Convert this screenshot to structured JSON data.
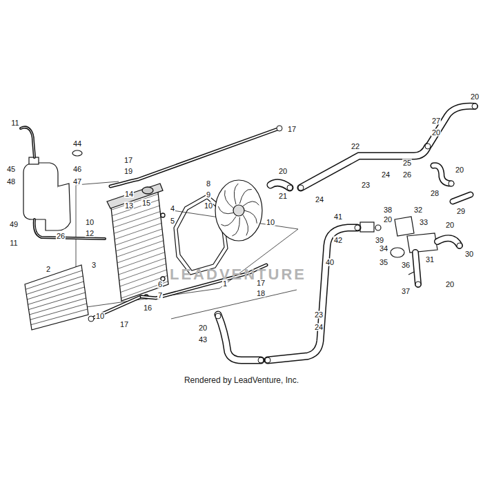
{
  "diagram": {
    "caption": "Rendered by LeadVenture, Inc.",
    "labels": [
      "11",
      "44",
      "45",
      "46",
      "47",
      "48",
      "49",
      "11",
      "26",
      "2",
      "10",
      "17",
      "17",
      "19",
      "14",
      "13",
      "15",
      "4",
      "5",
      "10",
      "12",
      "3",
      "6",
      "7",
      "16",
      "8",
      "9",
      "10",
      "10",
      "1",
      "17",
      "18",
      "17",
      "20",
      "43",
      "22",
      "20",
      "27",
      "20",
      "25",
      "26",
      "24",
      "23",
      "24",
      "20",
      "21",
      "20",
      "28",
      "29",
      "38",
      "20",
      "32",
      "33",
      "41",
      "42",
      "40",
      "39",
      "34",
      "35",
      "31",
      "20",
      "30",
      "36",
      "37",
      "20",
      "23",
      "24",
      "LEADVENTURE"
    ]
  }
}
